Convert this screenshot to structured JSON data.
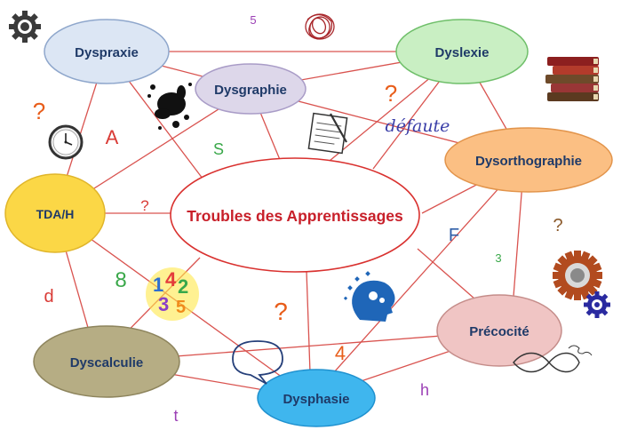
{
  "center": {
    "label": "Troubles des Apprentissages",
    "border": "#d9312f",
    "color": "#c8202a"
  },
  "nodes": [
    {
      "id": "dyspraxie",
      "label": "Dyspraxie",
      "fill": "#dce6f4",
      "stroke": "#8fa7cc",
      "text": "#1f3a68"
    },
    {
      "id": "dysgraphie",
      "label": "Dysgraphie",
      "fill": "#ddd7ea",
      "stroke": "#a99cc7",
      "text": "#1f3a68"
    },
    {
      "id": "dyslexie",
      "label": "Dyslexie",
      "fill": "#c9efc3",
      "stroke": "#6fbf6a",
      "text": "#1f3a68"
    },
    {
      "id": "dysorthographie",
      "label": "Dysorthographie",
      "fill": "#fbbf83",
      "stroke": "#e2944b",
      "text": "#1f3a68"
    },
    {
      "id": "tdah",
      "label": "TDA/H",
      "fill": "#fbd746",
      "stroke": "#e0b52a",
      "text": "#1f3a68"
    },
    {
      "id": "precocite",
      "label": "Précocité",
      "fill": "#f0c5c4",
      "stroke": "#c58d8a",
      "text": "#1f3a68"
    },
    {
      "id": "dyscalculie",
      "label": "Dyscalculie",
      "fill": "#b6ad84",
      "stroke": "#8d845c",
      "text": "#1f3a68"
    },
    {
      "id": "dysphasie",
      "label": "Dysphasie",
      "fill": "#3fb6ee",
      "stroke": "#1f91cf",
      "text": "#1f3a68"
    }
  ],
  "decor_text": {
    "five": "5",
    "question_1": "?",
    "question_2": "?",
    "question_3": "?",
    "question_4": "?",
    "question_5": "?",
    "letter_a": "A",
    "letter_s": "S",
    "letter_f": "F",
    "three": "3",
    "eight": "8",
    "letter_d": "d",
    "four": "4",
    "letter_h": "h",
    "letter_t": "t",
    "defaute": "défaute"
  },
  "colors": {
    "line": "#d9534f",
    "question": "#e85d1a",
    "accent_red": "#d93a35",
    "accent_green": "#3aa84a",
    "accent_blue": "#2f5fa8",
    "accent_purple": "#9b3fb5"
  },
  "icons": [
    "gear-icon",
    "scribble-icon",
    "ink-splat-icon",
    "notepad-icon",
    "books-icon",
    "clock-icon",
    "math-numbers-icon",
    "brain-head-icon",
    "speech-bubble-icon",
    "infinity-icon",
    "gears-icon"
  ]
}
